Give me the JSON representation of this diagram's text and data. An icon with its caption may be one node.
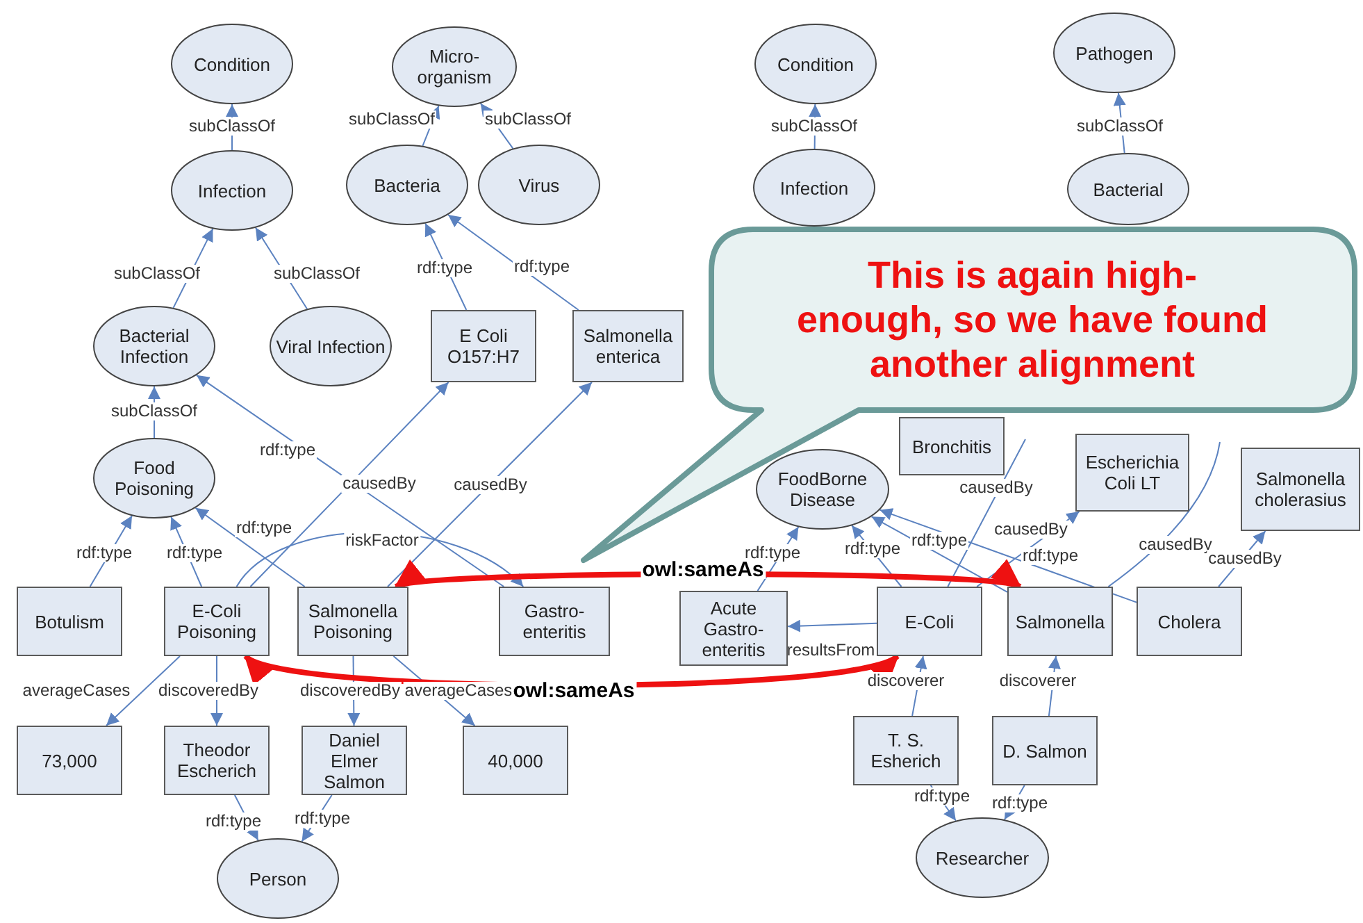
{
  "diagram": {
    "nodes": [
      {
        "text": [
          "Condition"
        ]
      },
      {
        "text": [
          "Micro-organism"
        ]
      },
      {
        "text": [
          "Infection"
        ]
      },
      {
        "text": [
          "Bacteria"
        ]
      },
      {
        "text": [
          "Virus"
        ]
      },
      {
        "text": [
          "Bacterial Infection"
        ]
      },
      {
        "text": [
          "Viral Infection"
        ]
      },
      {
        "text": [
          "E Coli O157:H7"
        ]
      },
      {
        "text": [
          "Salmonella enterica"
        ]
      },
      {
        "text": [
          "Food Poisoning"
        ]
      },
      {
        "text": [
          "Botulism"
        ]
      },
      {
        "text": [
          "E-Coli Poisoning"
        ]
      },
      {
        "text": [
          "Salmonella Poisoning"
        ]
      },
      {
        "text": [
          "Gastro-enteritis"
        ]
      },
      {
        "text": [
          "73,000"
        ]
      },
      {
        "text": [
          "Theodor Escherich"
        ]
      },
      {
        "text": [
          "Daniel Elmer Salmon"
        ]
      },
      {
        "text": [
          "40,000"
        ]
      },
      {
        "text": [
          "Person"
        ]
      },
      {
        "text": [
          "Condition"
        ]
      },
      {
        "text": [
          "Pathogen"
        ]
      },
      {
        "text": [
          "Infection"
        ]
      },
      {
        "text": [
          "Bacterial"
        ]
      },
      {
        "text": [
          "Bronchitis"
        ]
      },
      {
        "text": [
          "Escherichia Coli LT"
        ]
      },
      {
        "text": [
          "Salmonella cholerasius"
        ]
      },
      {
        "text": [
          "FoodBorne Disease"
        ]
      },
      {
        "text": [
          "Acute Gastro-enteritis"
        ]
      },
      {
        "text": [
          "E-Coli"
        ]
      },
      {
        "text": [
          "Salmonella"
        ]
      },
      {
        "text": [
          "Cholera"
        ]
      },
      {
        "text": [
          "T. S. Esherich"
        ]
      },
      {
        "text": [
          "D. Salmon"
        ]
      },
      {
        "text": [
          "Researcher"
        ]
      },
      {
        "text": [
          "This is again high-enough, so we have found another alignment"
        ]
      }
    ],
    "edges": [
      {
        "from": 2,
        "to": 0,
        "arrow": "to",
        "label": "subClassOf"
      },
      {
        "from": 3,
        "to": 1,
        "arrow": "to",
        "label": "subClassOf"
      },
      {
        "from": 4,
        "to": 1,
        "arrow": "to",
        "label": "subClassOf"
      },
      {
        "from": 5,
        "to": 2,
        "arrow": "to",
        "label": "subClassOf"
      },
      {
        "from": 6,
        "to": 2,
        "arrow": "to",
        "label": "subClassOf"
      },
      {
        "from": 7,
        "to": 3,
        "arrow": "to",
        "label": "rdf:type"
      },
      {
        "from": 8,
        "to": 3,
        "arrow": "to",
        "label": "rdf:type"
      },
      {
        "from": 9,
        "to": 5,
        "arrow": "to",
        "label": "subClassOf"
      },
      {
        "from": 13,
        "to": 5,
        "arrow": "to",
        "label": "rdf:type"
      },
      {
        "from": 11,
        "to": 7,
        "arrow": "to",
        "label": "causedBy"
      },
      {
        "from": 12,
        "to": 8,
        "arrow": "to",
        "label": "causedBy"
      },
      {
        "from": 10,
        "to": 9,
        "arrow": "to",
        "label": "rdf:type"
      },
      {
        "from": 11,
        "to": 9,
        "arrow": "to",
        "label": "rdf:type"
      },
      {
        "from": 12,
        "to": 9,
        "arrow": "to",
        "label": "rdf:type"
      },
      {
        "from": 11,
        "to": 13,
        "arrow": "to",
        "label": "riskFactor"
      },
      {
        "from": 11,
        "to": 14,
        "arrow": "to",
        "label": "averageCases"
      },
      {
        "from": 11,
        "to": 15,
        "arrow": "to",
        "label": "discoveredBy"
      },
      {
        "from": 12,
        "to": 16,
        "arrow": "to",
        "label": "discoveredBy"
      },
      {
        "from": 12,
        "to": 17,
        "arrow": "to",
        "label": "averageCases"
      },
      {
        "from": 15,
        "to": 18,
        "arrow": "to",
        "label": "rdf:type"
      },
      {
        "from": 16,
        "to": 18,
        "arrow": "to",
        "label": "rdf:type"
      },
      {
        "from": 21,
        "to": 19,
        "arrow": "to",
        "label": "subClassOf"
      },
      {
        "from": 22,
        "to": 20,
        "arrow": "to",
        "label": "subClassOf"
      },
      {
        "from": 27,
        "to": 26,
        "arrow": "to",
        "label": "rdf:type"
      },
      {
        "from": 28,
        "to": 26,
        "arrow": "to",
        "label": "rdf:type"
      },
      {
        "from": 29,
        "to": 26,
        "arrow": "to",
        "label": "rdf:type"
      },
      {
        "from": 30,
        "to": 26,
        "arrow": "to",
        "label": "rdf:type"
      },
      {
        "from": 28,
        "to": null,
        "arrow": "none",
        "label": "causedBy"
      },
      {
        "from": 28,
        "to": 24,
        "arrow": "to",
        "label": "causedBy"
      },
      {
        "from": 29,
        "to": null,
        "arrow": "none",
        "label": "causedBy"
      },
      {
        "from": 30,
        "to": 25,
        "arrow": "to",
        "label": "causedBy"
      },
      {
        "from": 28,
        "to": 27,
        "arrow": "to",
        "label": "resultsFrom"
      },
      {
        "from": 31,
        "to": 28,
        "arrow": "to",
        "label": "discoverer"
      },
      {
        "from": 32,
        "to": 29,
        "arrow": "to",
        "label": "discoverer"
      },
      {
        "from": 31,
        "to": 33,
        "arrow": "to",
        "label": "rdf:type"
      },
      {
        "from": 32,
        "to": 33,
        "arrow": "to",
        "label": "rdf:type"
      },
      {
        "from": 12,
        "to": 29,
        "arrow": "both",
        "label": "owl:sameAs",
        "style": "thick",
        "color": "#ee1111"
      },
      {
        "from": 11,
        "to": 28,
        "arrow": "both",
        "label": "owl:sameAs",
        "style": "thick",
        "color": "#ee1111"
      }
    ]
  }
}
